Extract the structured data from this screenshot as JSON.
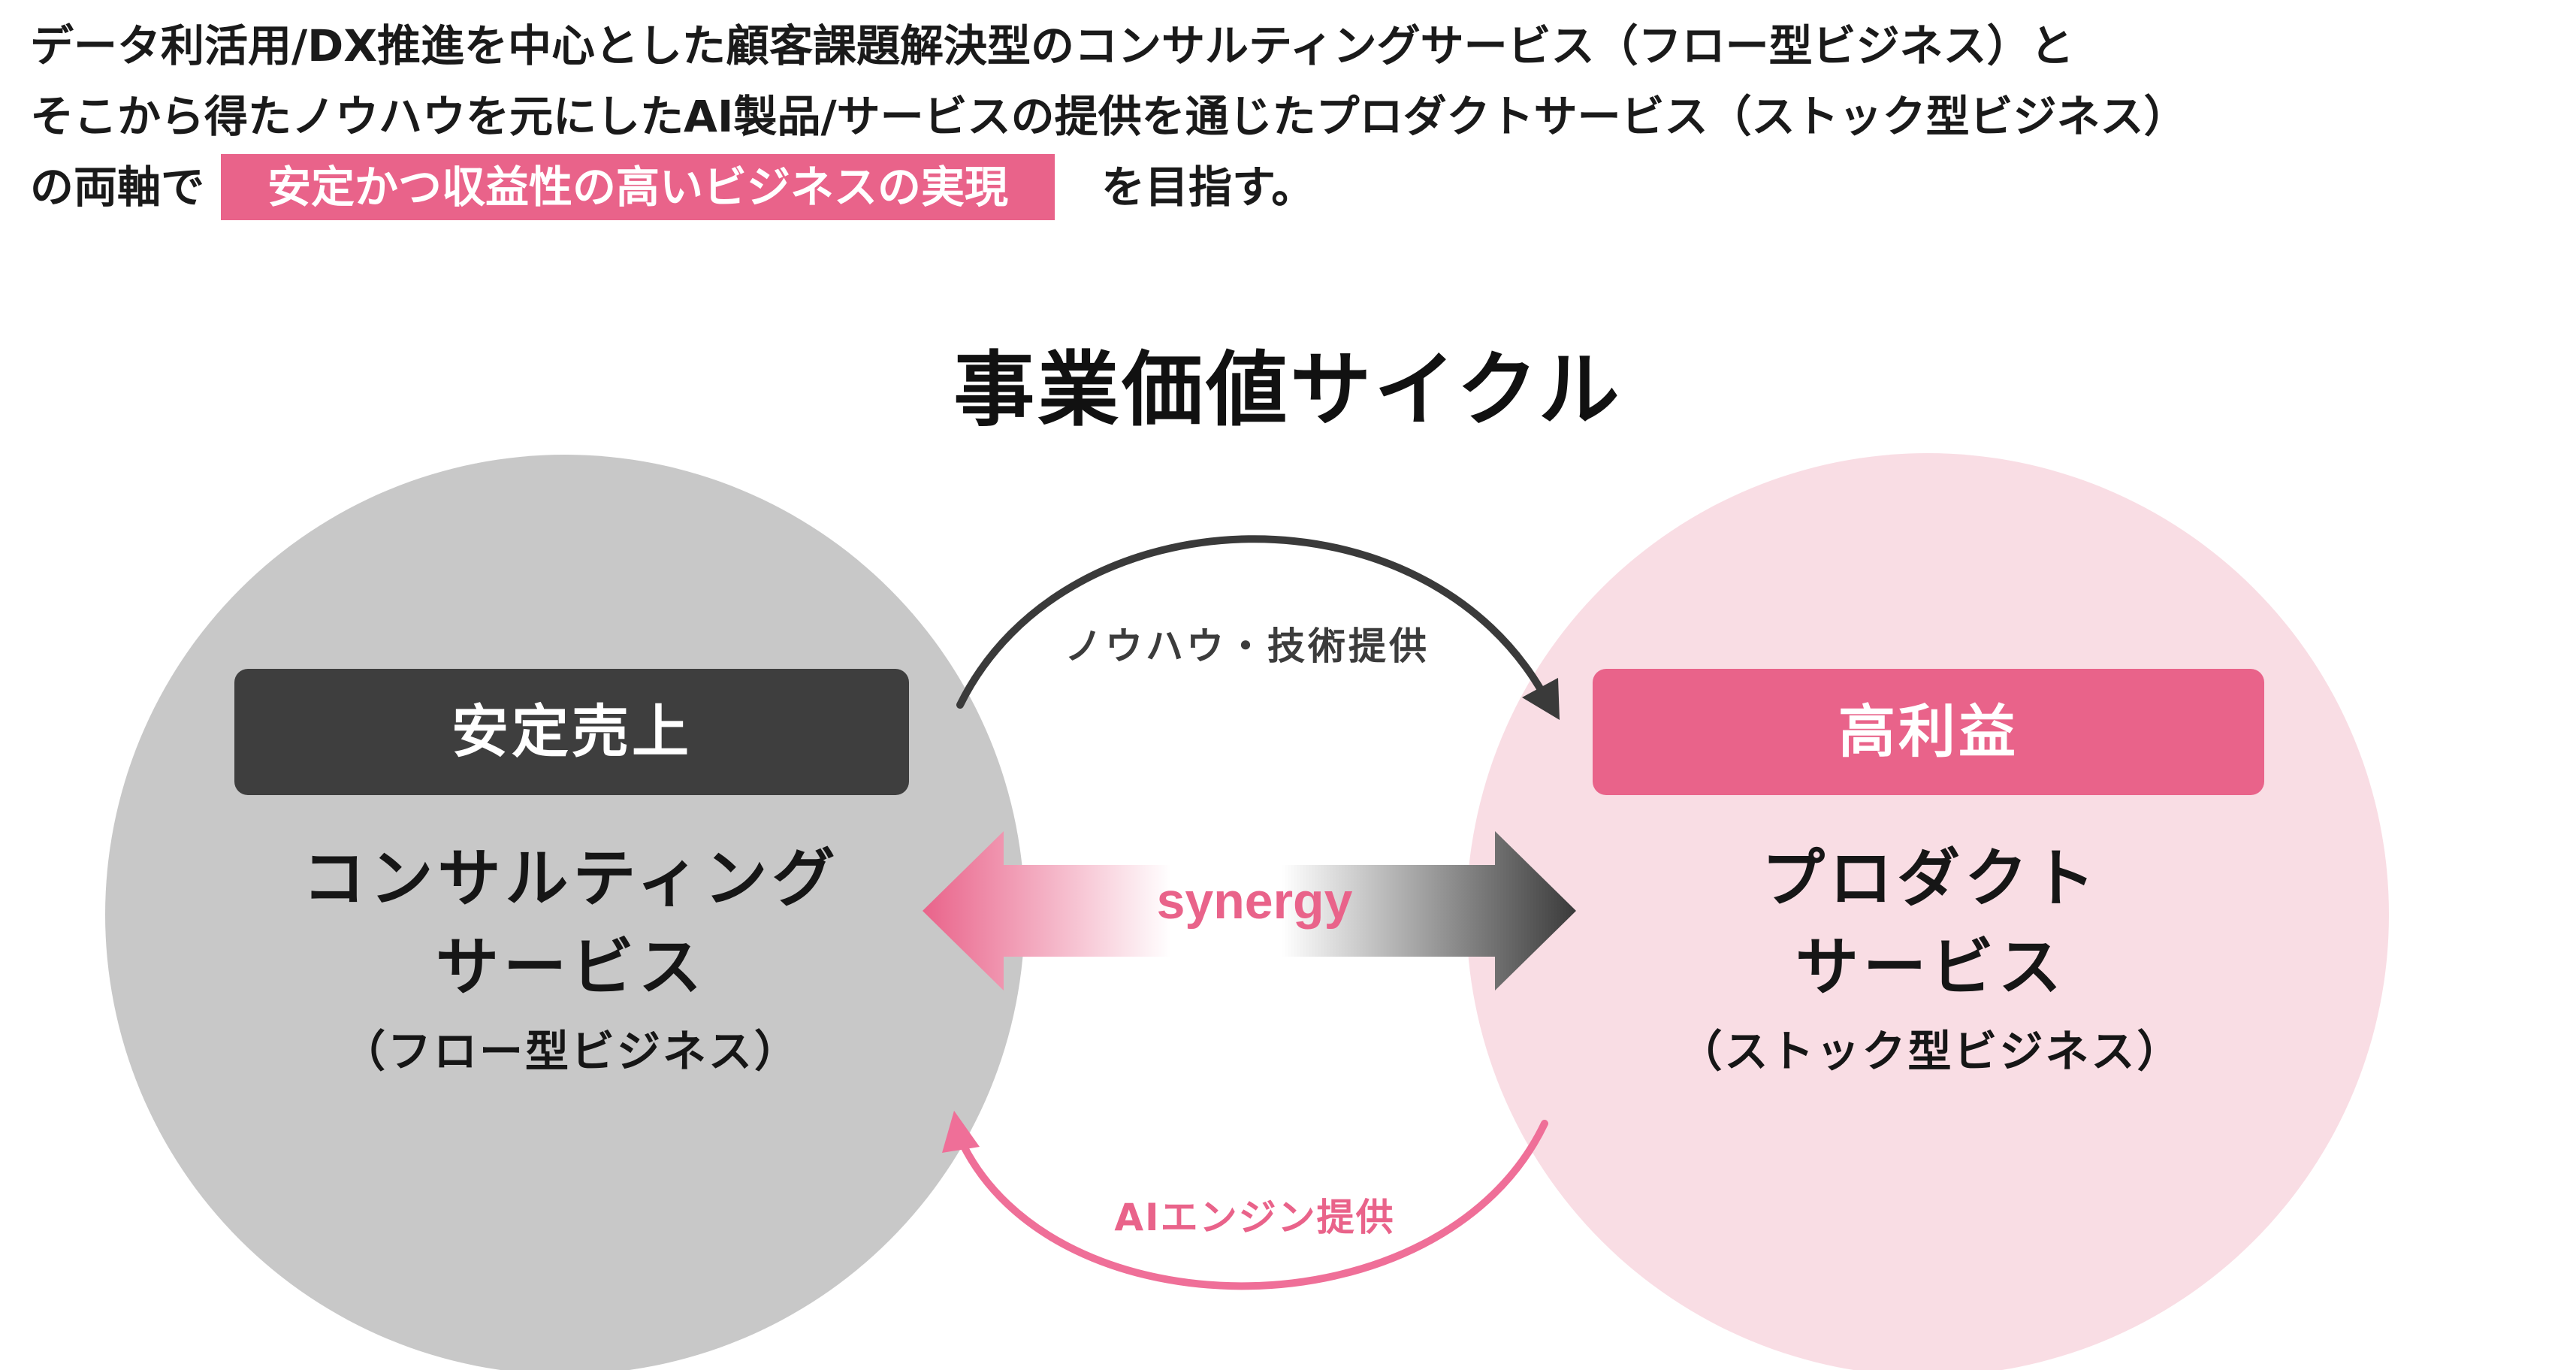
{
  "intro": {
    "line1": "データ利活用/DX推進を中心とした顧客課題解決型のコンサルティングサービス（フロー型ビジネス）と",
    "line2": "そこから得たノウハウを元にしたAI製品/サービスの提供を通じたプロダクトサービス（ストック型ビジネス）",
    "line3_prefix": "の両軸で",
    "line3_highlight": "安定かつ収益性の高いビジネスの実現",
    "line3_suffix": "を目指す。"
  },
  "diagram": {
    "title": "事業価値サイクル",
    "left": {
      "label": "安定売上",
      "name_line1": "コンサルティング",
      "name_line2": "サービス",
      "sub": "（フロー型ビジネス）"
    },
    "right": {
      "label": "高利益",
      "name_line1": "プロダクト",
      "name_line2": "サービス",
      "sub": "（ストック型ビジネス）"
    },
    "arrows": {
      "top": "ノウハウ・技術提供",
      "middle": "synergy",
      "bottom": "AIエンジン提供"
    }
  },
  "colors": {
    "pink": "#e9638a",
    "light_pink": "#f9dde4",
    "gray_circle": "#c8c8c8",
    "dark_label": "#3e3e3e",
    "dark_arrow": "#3a3a3a"
  }
}
